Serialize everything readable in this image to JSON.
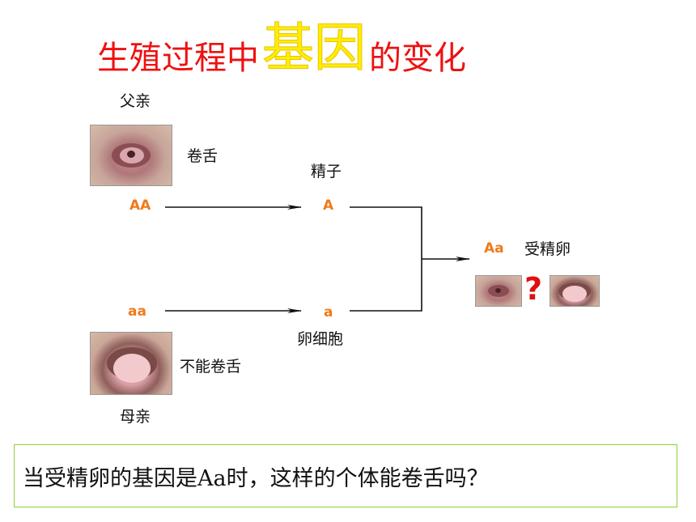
{
  "title": {
    "part1": "生殖过程中",
    "highlight": "基因",
    "part2": "的变化"
  },
  "father": {
    "heading": "父亲",
    "trait": "卷舌",
    "genotype": "AA"
  },
  "mother": {
    "heading": "母亲",
    "trait": "不能卷舌",
    "genotype": "aa"
  },
  "gametes": {
    "sperm_label": "精子",
    "sperm_gene": "A",
    "egg_label": "卵细胞",
    "egg_gene": "a"
  },
  "zygote": {
    "genotype": "Aa",
    "label": "受精卵",
    "question_mark": "?"
  },
  "question": {
    "text": "当受精卵的基因是Aa时，这样的个体能卷舌吗？"
  },
  "colors": {
    "title": "#ee1111",
    "highlight": "#ffee00",
    "gene": "#f07a1a",
    "question_mark": "#e01010",
    "box_border": "#8ccf3a"
  }
}
